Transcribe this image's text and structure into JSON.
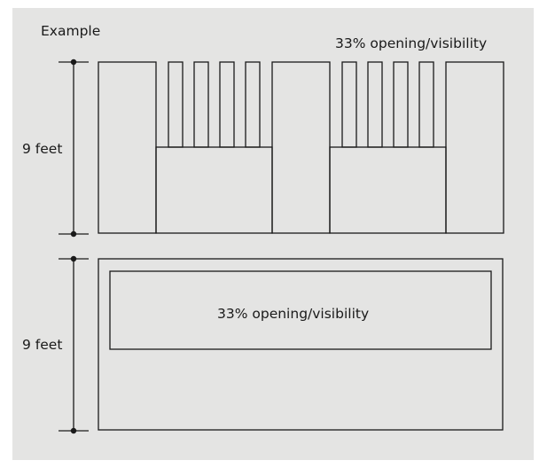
{
  "figure": {
    "example_label": "Example",
    "top": {
      "caption": "33% opening/visibility",
      "height_label": "9 feet"
    },
    "bottom": {
      "caption": "33% opening/visibility",
      "height_label": "9 feet"
    }
  },
  "colors": {
    "background": "#e4e4e3",
    "stroke": "#1a1a1a"
  }
}
